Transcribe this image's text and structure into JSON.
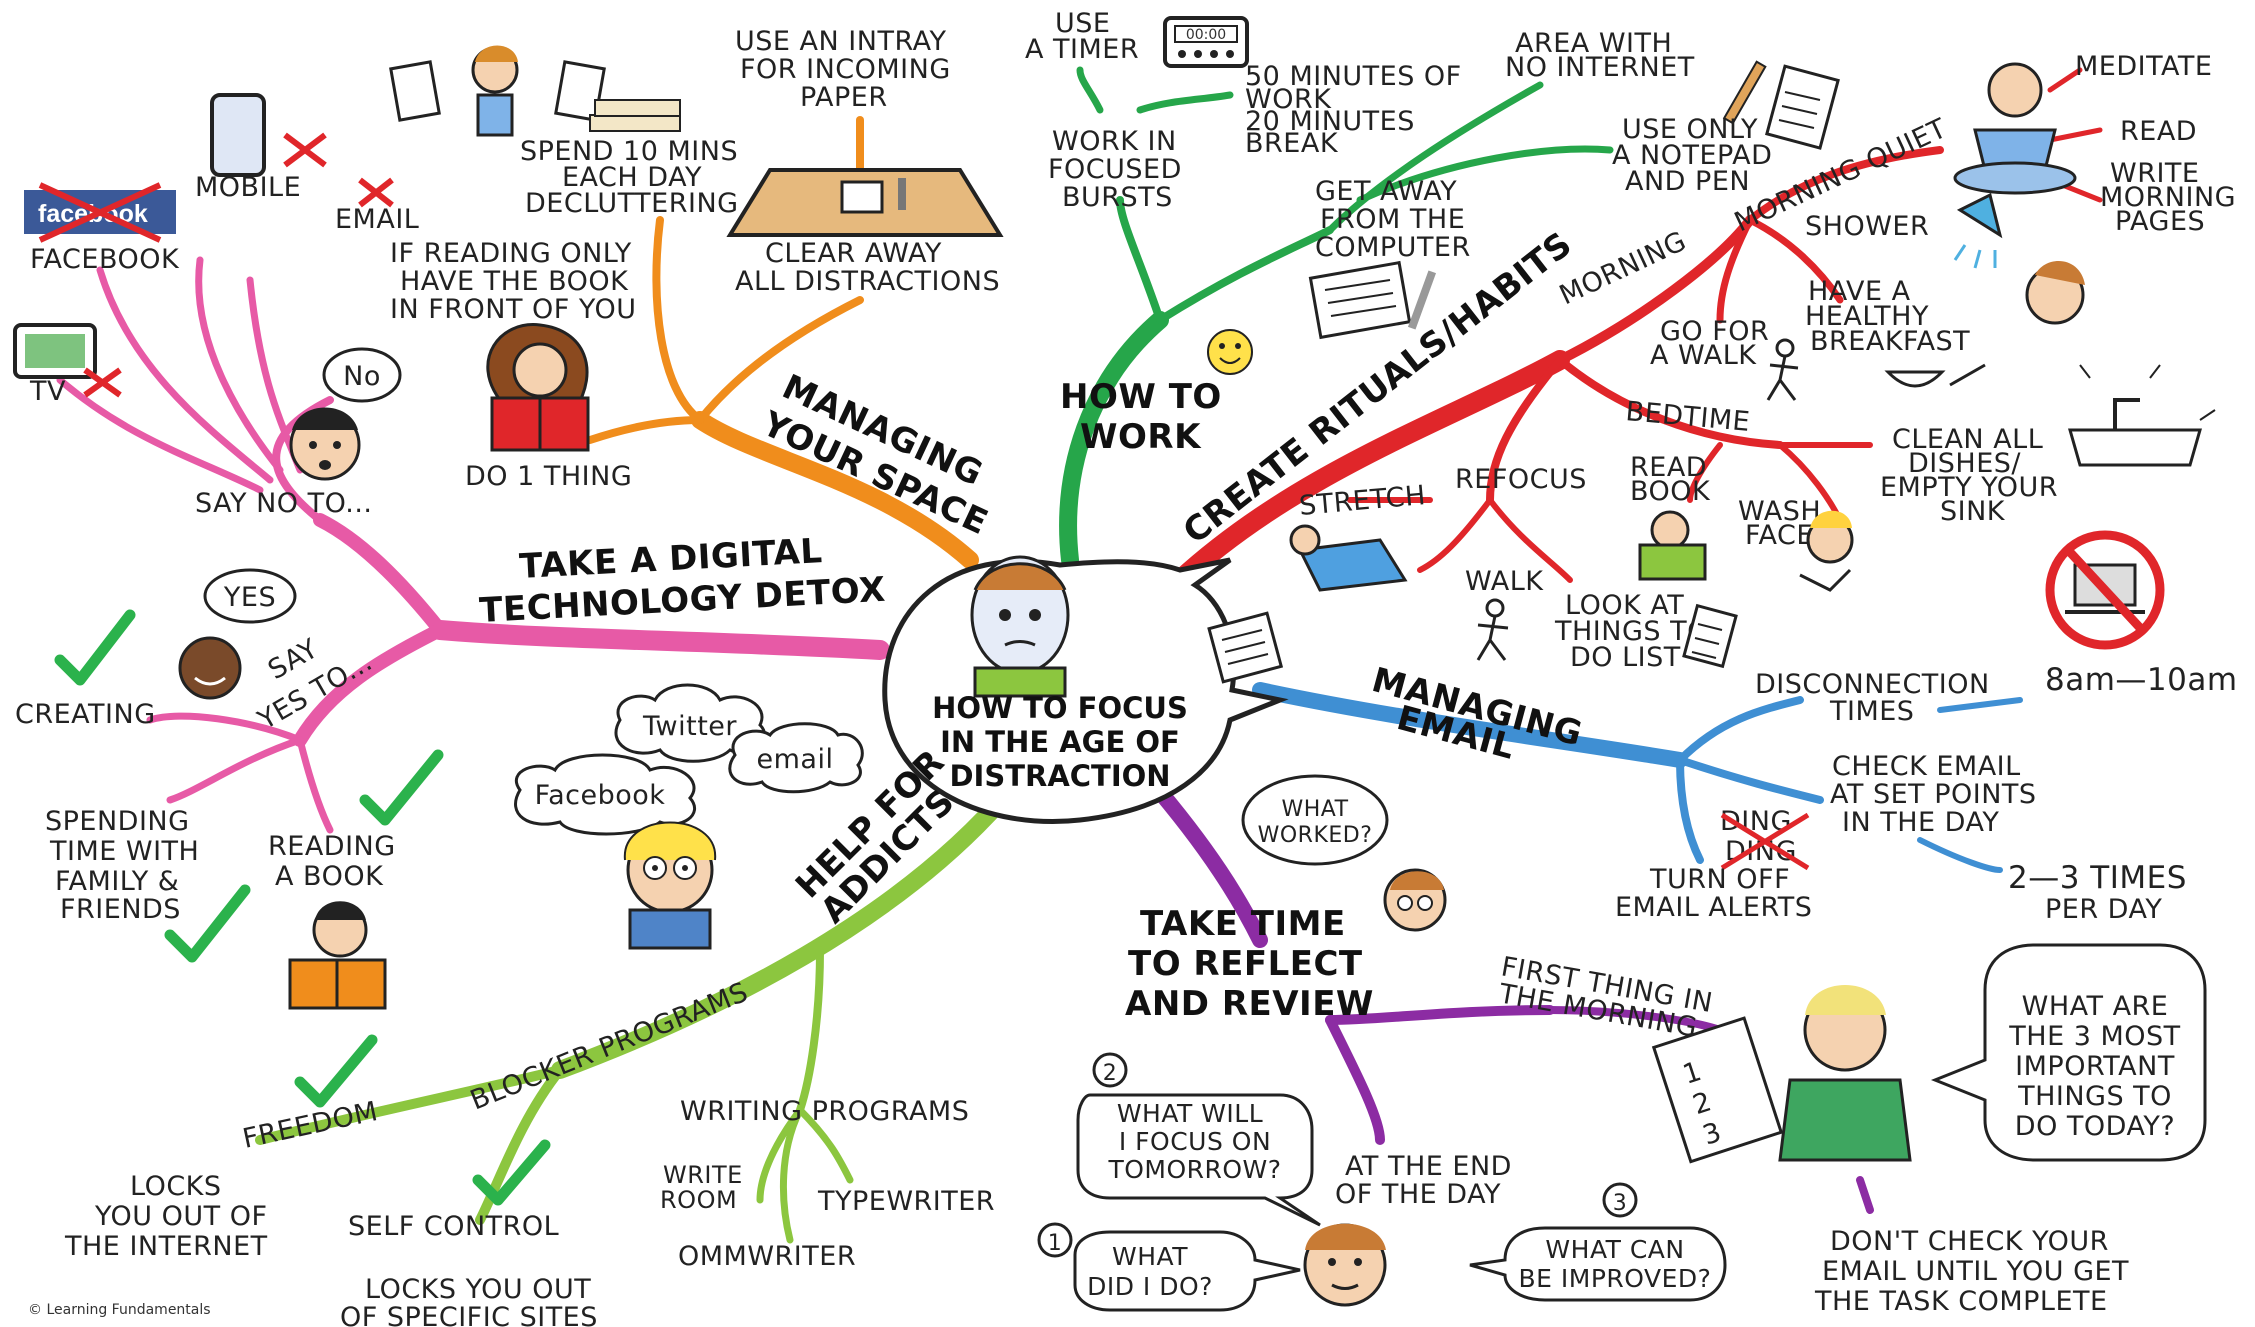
{
  "colors": {
    "pink": "#e75aa6",
    "orange": "#f08d1c",
    "green": "#26a64a",
    "red": "#e0262a",
    "blue": "#3f8fd3",
    "purple": "#8c2ca3",
    "lime": "#8cc63f",
    "check": "#2bb24c",
    "crossRed": "#e0262a"
  },
  "center": {
    "line1": "HOW TO FOCUS",
    "line2": "IN THE AGE OF",
    "line3": "DISTRACTION"
  },
  "digital_detox": {
    "title1": "TAKE A DIGITAL",
    "title2": "TECHNOLOGY DETOX",
    "say_no": "SAY NO TO...",
    "no_bubble": "No",
    "facebook_logo": "facebook",
    "facebook": "FACEBOOK",
    "mobile": "MOBILE",
    "email": "EMAIL",
    "tv": "TV",
    "say_yes1": "SAY",
    "say_yes2": "YES TO...",
    "yes_bubble": "YES",
    "creating": "CREATING",
    "spending1": "SPENDING",
    "spending2": "TIME WITH",
    "spending3": "FAMILY &",
    "spending4": "FRIENDS",
    "reading1": "READING",
    "reading2": "A BOOK"
  },
  "managing_space": {
    "title1": "MANAGING",
    "title2": "YOUR SPACE",
    "declutter1": "SPEND 10 MINS",
    "declutter2": "EACH DAY",
    "declutter3": "DECLUTTERING",
    "intray1": "USE AN INTRAY",
    "intray2": "FOR INCOMING",
    "intray3": "PAPER",
    "clear1": "CLEAR AWAY",
    "clear2": "ALL DISTRACTIONS",
    "reading1": "IF READING ONLY",
    "reading2": "HAVE THE BOOK",
    "reading3": "IN FRONT OF YOU",
    "one_thing": "DO 1 THING"
  },
  "how_to_work": {
    "title1": "HOW TO",
    "title2": "WORK",
    "timer1": "USE",
    "timer2": "A TIMER",
    "timer_display": "00:00",
    "bursts1": "WORK IN",
    "bursts2": "FOCUSED",
    "bursts3": "BURSTS",
    "minutes1": "50 MINUTES OF",
    "minutes2": "WORK",
    "minutes3": "20 MINUTES",
    "minutes4": "BREAK",
    "away1": "GET AWAY",
    "away2": "FROM THE",
    "away3": "COMPUTER",
    "nointernet1": "AREA WITH",
    "nointernet2": "NO INTERNET",
    "notepad1": "USE ONLY",
    "notepad2": "A NOTEPAD",
    "notepad3": "AND PEN"
  },
  "rituals": {
    "title": "CREATE RITUALS/HABITS",
    "morning": "MORNING",
    "morning_quiet": "MORNING QUIET",
    "meditate": "MEDITATE",
    "read": "READ",
    "write1": "WRITE",
    "write2": "MORNING",
    "write3": "PAGES",
    "shower": "SHOWER",
    "walk1": "GO FOR",
    "walk2": "A WALK",
    "breakfast1": "HAVE A",
    "breakfast2": "HEALTHY",
    "breakfast3": "BREAKFAST",
    "bedtime": "BEDTIME",
    "dishes1": "CLEAN ALL",
    "dishes2": "DISHES/",
    "dishes3": "EMPTY YOUR",
    "dishes4": "SINK",
    "readbook1": "READ",
    "readbook2": "BOOK",
    "wash1": "WASH",
    "wash2": "FACE",
    "stretch": "STRETCH",
    "refocus": "REFOCUS",
    "walk": "WALK",
    "todo1": "LOOK AT",
    "todo2": "THINGS TO",
    "todo3": "DO LIST"
  },
  "email": {
    "title1": "MANAGING",
    "title2": "EMAIL",
    "disconnect1": "DISCONNECTION",
    "disconnect2": "TIMES",
    "hours": "8am—10am",
    "check1": "CHECK EMAIL",
    "check2": "AT SET POINTS",
    "check3": "IN THE DAY",
    "times1": "2—3 TIMES",
    "times2": "PER DAY",
    "ding1": "DING",
    "ding2": "DING",
    "alerts1": "TURN OFF",
    "alerts2": "EMAIL ALERTS"
  },
  "reflect": {
    "title1": "TAKE TIME",
    "title2": "TO REFLECT",
    "title3": "AND REVIEW",
    "worked1": "WHAT",
    "worked2": "WORKED?",
    "first1": "FIRST THING IN",
    "first2": "THE MORNING",
    "important1": "WHAT ARE",
    "important2": "THE 3 MOST",
    "important3": "IMPORTANT",
    "important4": "THINGS TO",
    "important5": "DO TODAY?",
    "list_nums": [
      "1",
      "2",
      "3"
    ],
    "dont1": "DON'T CHECK YOUR",
    "dont2": "EMAIL UNTIL YOU GET",
    "dont3": "THE TASK COMPLETE",
    "end1": "AT THE END",
    "end2": "OF THE DAY",
    "num1": "1",
    "num2": "2",
    "num3": "3",
    "q1a": "WHAT",
    "q1b": "DID I DO?",
    "q2a": "WHAT WILL",
    "q2b": "I FOCUS ON",
    "q2c": "TOMORROW?",
    "q3a": "WHAT CAN",
    "q3b": "BE IMPROVED?"
  },
  "addicts": {
    "title1": "HELP FOR",
    "title2": "ADDICTS",
    "twitter": "Twitter",
    "email": "email",
    "facebook": "Facebook",
    "blocker": "BLOCKER PROGRAMS",
    "freedom": "FREEDOM",
    "locks1": "LOCKS",
    "locks2": "YOU OUT OF",
    "locks3": "THE INTERNET",
    "selfcontrol": "SELF CONTROL",
    "sites1": "LOCKS YOU OUT",
    "sites2": "OF SPECIFIC SITES",
    "writing": "WRITING PROGRAMS",
    "writeroom1": "WRITE",
    "writeroom2": "ROOM",
    "typewriter": "TYPEWRITER",
    "ommwriter": "OMMWRITER"
  },
  "credit": "© Learning Fundamentals"
}
